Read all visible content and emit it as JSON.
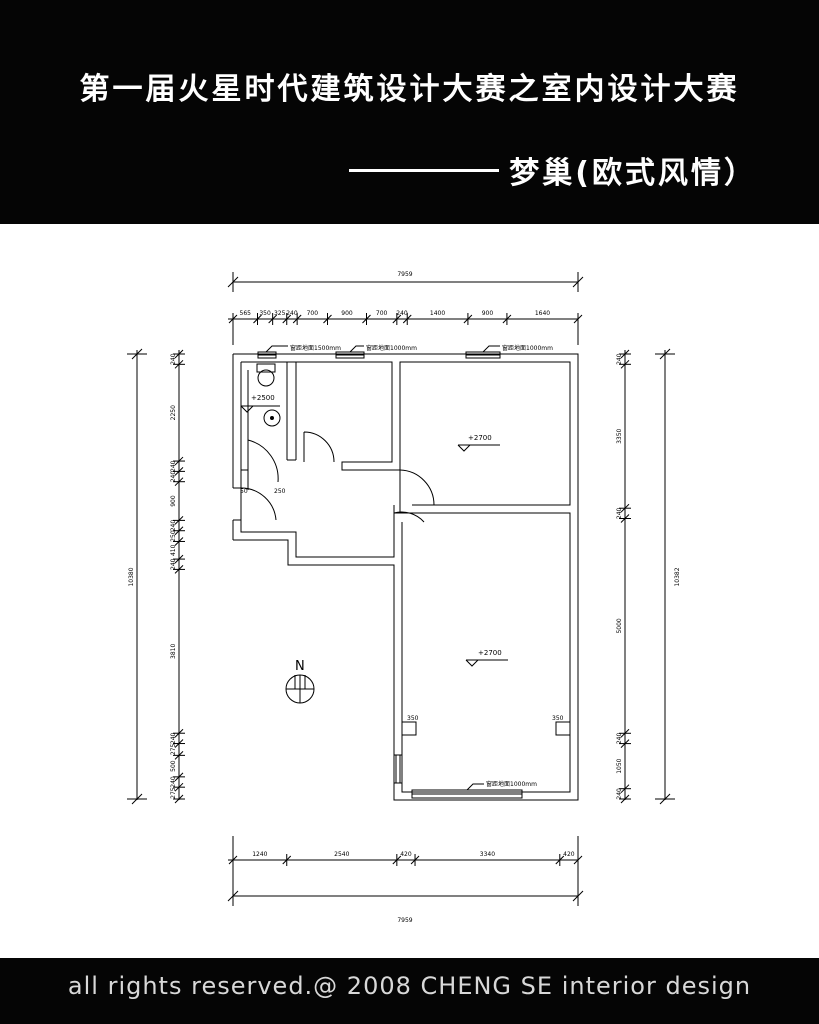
{
  "header": {
    "title": "第一届火星时代建筑设计大赛之室内设计大赛",
    "subtitle": "梦巢(欧式风情）"
  },
  "plan": {
    "top_total": "7959",
    "top_segments": [
      "565",
      "350",
      "325",
      "240",
      "700",
      "900",
      "700",
      "240",
      "1400",
      "900",
      "1640"
    ],
    "bottom_total": "7959",
    "bottom_segments": [
      "1240",
      "2540",
      "420",
      "3340",
      "420"
    ],
    "left_total": "10380",
    "left_segments": [
      "240",
      "2250",
      "240",
      "240",
      "900",
      "240",
      "250",
      "410",
      "240",
      "3810",
      "240",
      "275",
      "500",
      "240",
      "275"
    ],
    "right_total": "10382",
    "right_segments": [
      "240",
      "3350",
      "240",
      "5000",
      "240",
      "1050",
      "240"
    ],
    "windows": [
      "窗距地面1500mm",
      "窗距地面1000mm",
      "窗距地面1000mm",
      "窗距地面1000mm"
    ],
    "levels": [
      "+2500",
      "+2700",
      "+2700"
    ],
    "small_dims": [
      "350",
      "350",
      "50",
      "250"
    ],
    "north_label": "N"
  },
  "footer": {
    "text": "all rights reserved.@ 2008 CHENG SE interior design"
  }
}
